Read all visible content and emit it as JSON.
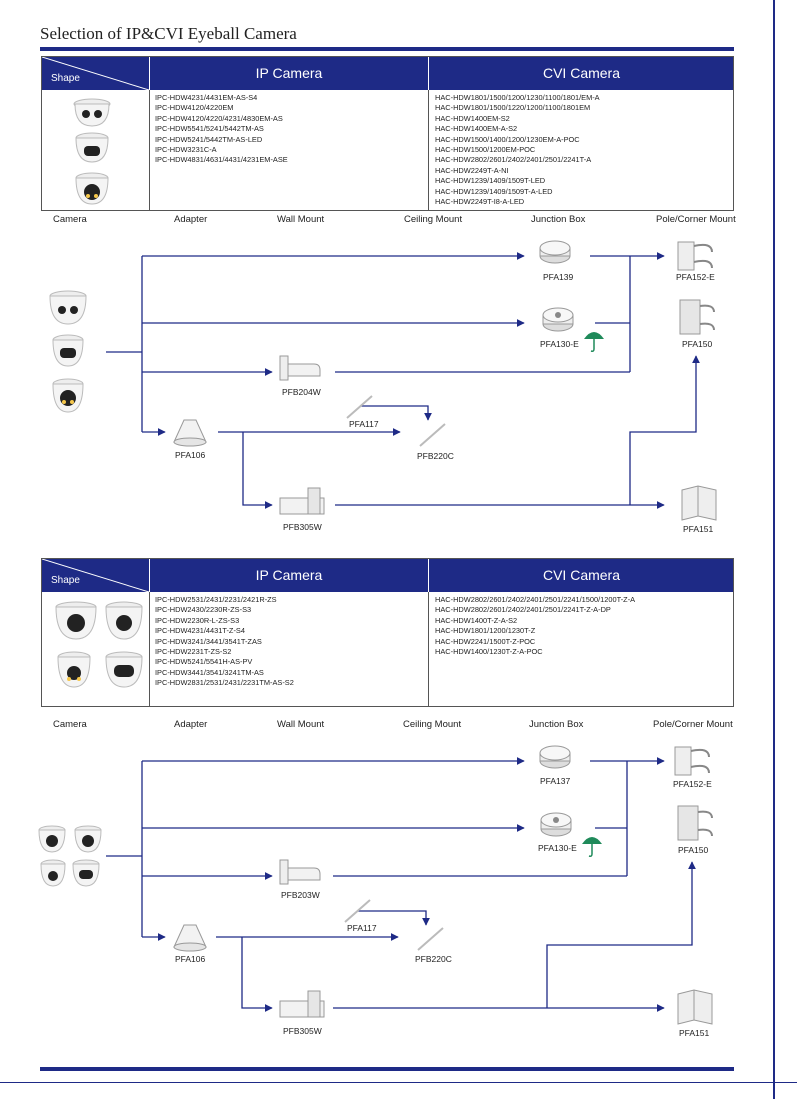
{
  "page": {
    "title": "Selection of  IP&CVI Eyeball Camera"
  },
  "table_headers": {
    "shape": "Shape",
    "ip": "IP Camera",
    "cvi": "CVI Camera"
  },
  "columns": {
    "camera": "Camera",
    "adapter": "Adapter",
    "wall_mount": "Wall Mount",
    "ceiling_mount": "Ceiling Mount",
    "junction_box": "Junction Box",
    "pole_corner": "Pole/Corner Mount"
  },
  "section1": {
    "ip_models": [
      "IPC-HDW4231/4431EM-AS-S4",
      "IPC-HDW4120/4220EM",
      "IPC-HDW4120/4220/4231/4830EM-AS",
      "IPC-HDW5541/5241/5442TM-AS",
      "IPC-HDW5241/5442TM-AS-LED",
      "IPC-HDW3231C-A",
      "IPC-HDW4831/4631/4431/4231EM-ASE"
    ],
    "cvi_models": [
      "HAC-HDW1801/1500/1200/1230/1100/1801/EM-A",
      "HAC-HDW1801/1500/1220/1200/1100/1801EM",
      "HAC-HDW1400EM-S2",
      "HAC-HDW1400EM-A-S2",
      "HAC-HDW1500/1400/1200/1230EM-A-POC",
      "HAC-HDW1500/1200EM-POC",
      "HAC-HDW2802/2601/2402/2401/2501/2241T-A",
      "HAC-HDW2249T-A-NI",
      "HAC-HDW1239/1409/1509T-LED",
      "HAC-HDW1239/1409/1509T-A-LED",
      "HAC-HDW2249T-I8-A-LED"
    ],
    "parts": {
      "junction_1": "PFA139",
      "junction_2": "PFA130-E",
      "pole_1": "PFA152-E",
      "pole_2": "PFA150",
      "wall_mount": "PFB204W",
      "adapter": "PFA106",
      "ceiling_adapter": "PFA117",
      "ceiling_mount": "PFB220C",
      "wall_mount_2": "PFB305W",
      "corner": "PFA151"
    }
  },
  "section2": {
    "ip_models": [
      "IPC-HDW2531/2431/2231/2421R-ZS",
      "IPC-HDW2430/2230R-ZS-S3",
      "IPC-HDW2230R-L-ZS-S3",
      "IPC-HDW4231/4431T-Z-S4",
      "IPC-HDW3241/3441/3541T-ZAS",
      "IPC-HDW2231T-ZS-S2",
      "IPC-HDW5241/5541H-AS-PV",
      "IPC-HDW3441/3541/3241TM-AS",
      "IPC-HDW2831/2531/2431/2231TM-AS-S2"
    ],
    "cvi_models": [
      "HAC-HDW2802/2601/2402/2401/2501/2241/1500/1200T-Z-A",
      "HAC-HDW2802/2601/2402/2401/2501/2241T-Z-A-DP",
      "HAC-HDW1400T-Z-A-S2",
      "HAC-HDW1801/1200/1230T-Z",
      "HAC-HDW2241/1500T-Z-POC",
      "HAC-HDW1400/1230T-Z-A-POC"
    ],
    "parts": {
      "junction_1": "PFA137",
      "junction_2": "PFA130-E",
      "pole_1": "PFA152-E",
      "pole_2": "PFA150",
      "wall_mount": "PFB203W",
      "adapter": "PFA106",
      "ceiling_adapter": "PFA117",
      "ceiling_mount": "PFB220C",
      "wall_mount_2": "PFB305W",
      "corner": "PFA151"
    }
  },
  "colors": {
    "brand_navy": "#1e2a86",
    "umbrella_green": "#1f8a5a"
  }
}
